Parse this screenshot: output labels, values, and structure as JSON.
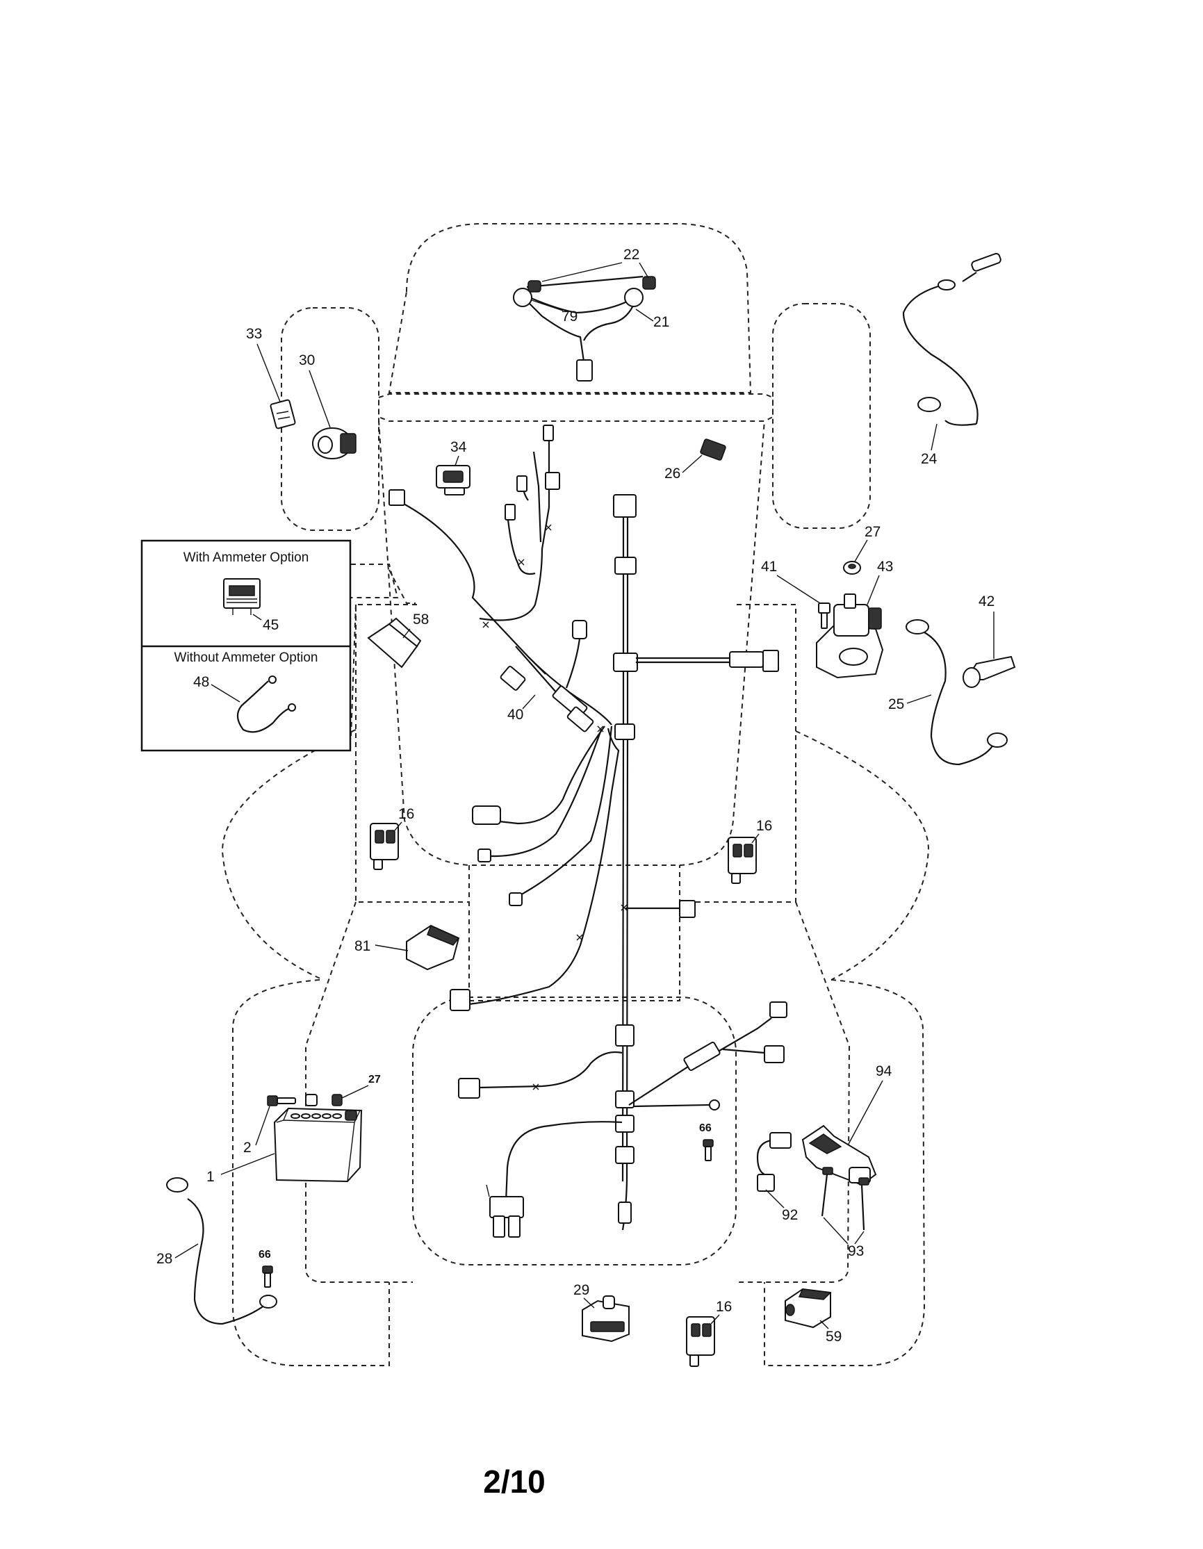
{
  "page": {
    "number": "2/10"
  },
  "ammeter_box": {
    "with_option_title": "With Ammeter Option",
    "without_option_title": "Without Ammeter Option"
  },
  "callouts": {
    "c22": "22",
    "c79": "79",
    "c21": "21",
    "c33": "33",
    "c30": "30",
    "c34": "34",
    "c26": "26",
    "c24": "24",
    "c27a": "27",
    "c41": "41",
    "c43": "43",
    "c42": "42",
    "c25": "25",
    "c45": "45",
    "c48": "48",
    "c58": "58",
    "c40": "40",
    "c16a": "16",
    "c16b": "16",
    "c81": "81",
    "c27b": "27",
    "c2": "2",
    "c1": "1",
    "c28": "28",
    "c66a": "66",
    "c66b": "66",
    "c94": "94",
    "c92": "92",
    "c93": "93",
    "c29": "29",
    "c16c": "16",
    "c59": "59"
  }
}
